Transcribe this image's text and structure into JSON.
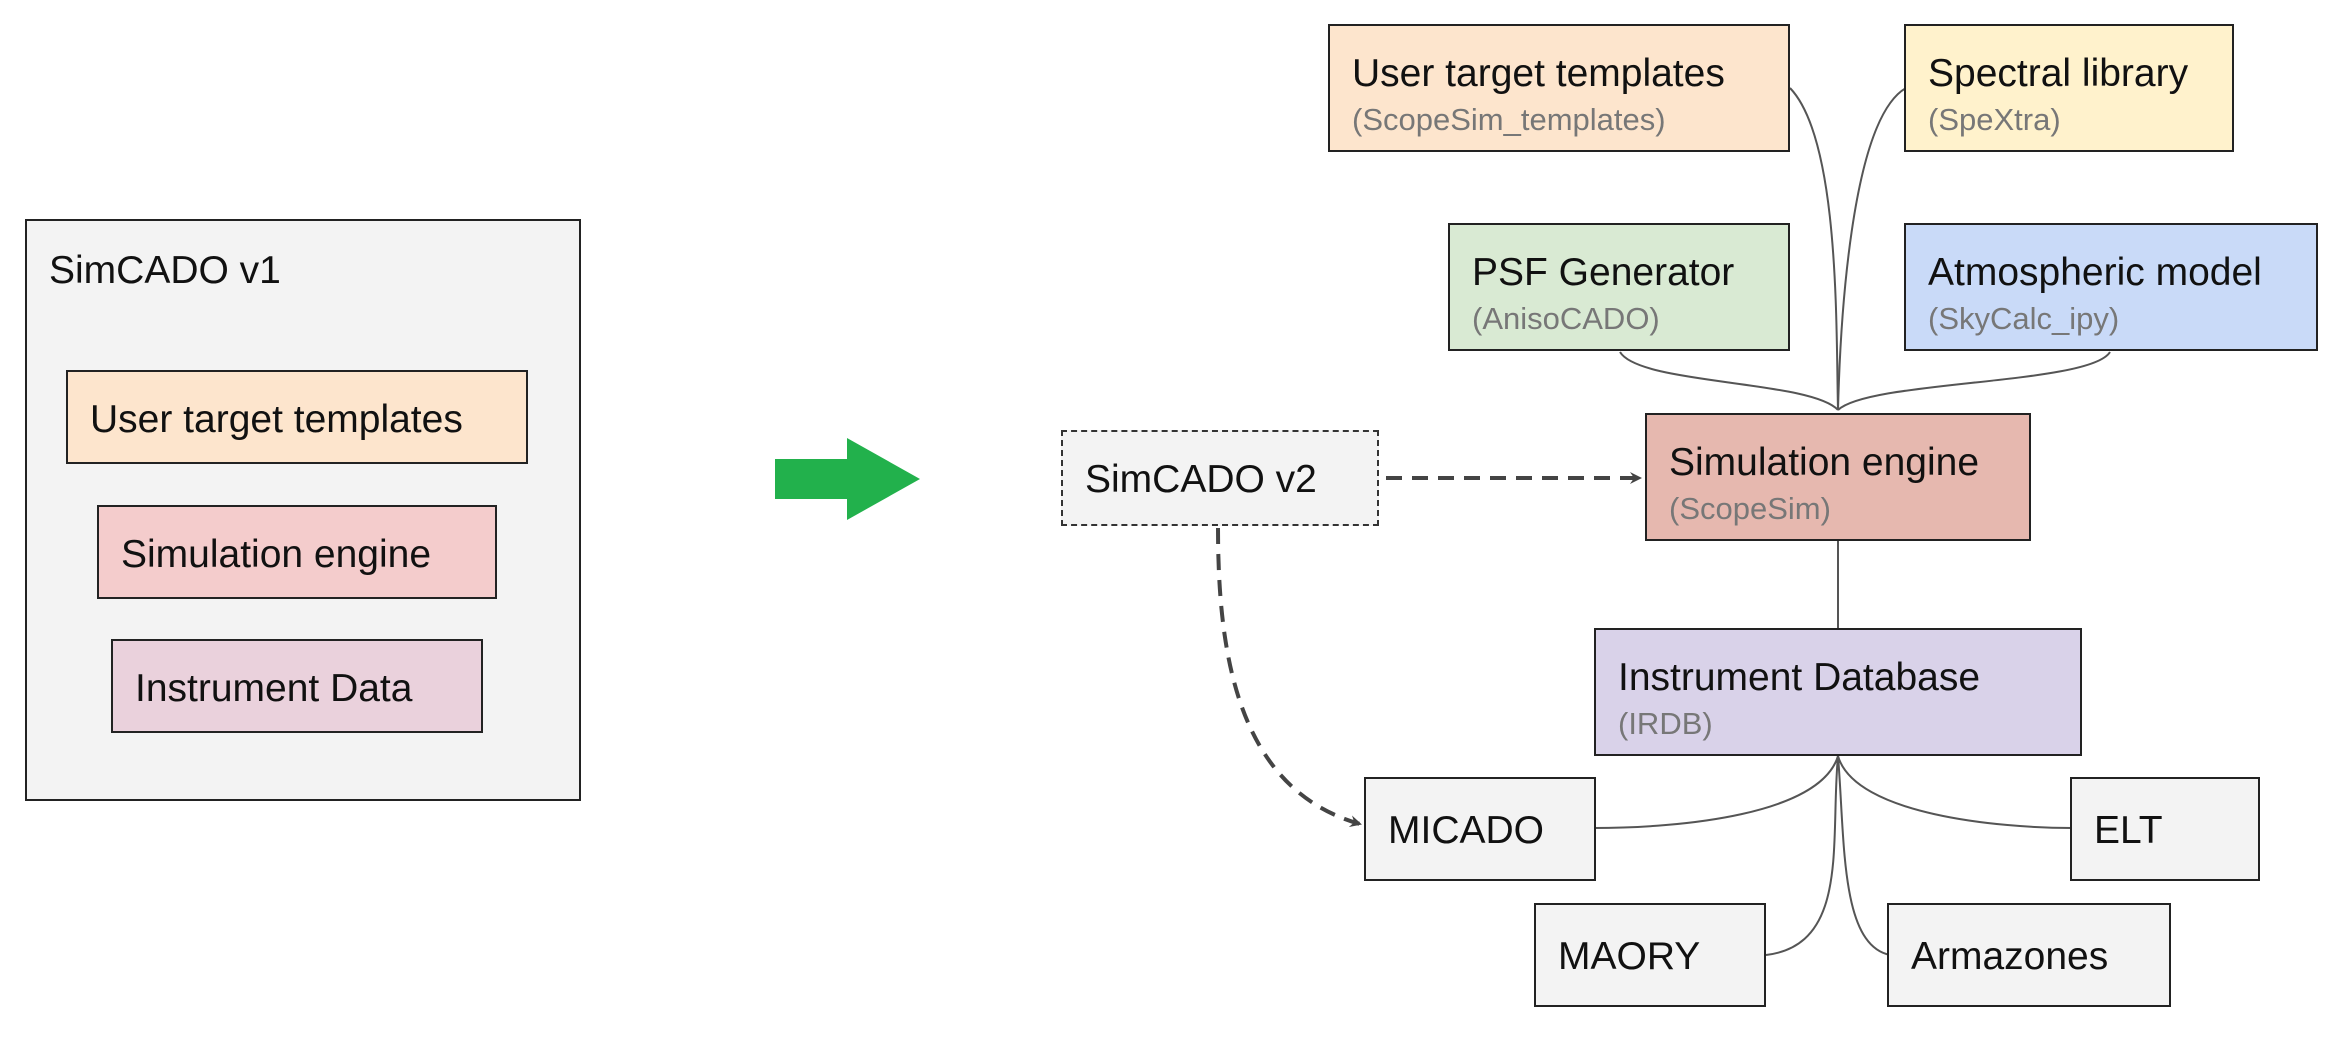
{
  "left_panel": {
    "title": "SimCADO v1",
    "items": [
      {
        "label": "User target templates",
        "color": "#fde5cd"
      },
      {
        "label": "Simulation engine",
        "color": "#f4cccc"
      },
      {
        "label": "Instrument Data",
        "color": "#ead1dc"
      }
    ]
  },
  "arrow_color": "#22b14c",
  "simcado_v2": {
    "label": "SimCADO v2"
  },
  "modules": {
    "user_templates": {
      "title": "User target templates",
      "subtitle": "(ScopeSim_templates)",
      "color": "#fde5cd"
    },
    "spectral_library": {
      "title": "Spectral library",
      "subtitle": "(SpeXtra)",
      "color": "#fff2cc"
    },
    "psf_generator": {
      "title": "PSF Generator",
      "subtitle": "(AnisoCADO)",
      "color": "#d9ead3"
    },
    "atmospheric_model": {
      "title": "Atmospheric model",
      "subtitle": "(SkyCalc_ipy)",
      "color": "#c9daf8"
    },
    "simulation_engine": {
      "title": "Simulation engine",
      "subtitle": "(ScopeSim)",
      "color": "#e6b8af"
    },
    "instrument_database": {
      "title": "Instrument Database",
      "subtitle": "(IRDB)",
      "color": "#d9d2e9"
    }
  },
  "packages": {
    "micado": "MICADO",
    "elt": "ELT",
    "maory": "MAORY",
    "armazones": "Armazones",
    "color": "#f3f3f3"
  }
}
